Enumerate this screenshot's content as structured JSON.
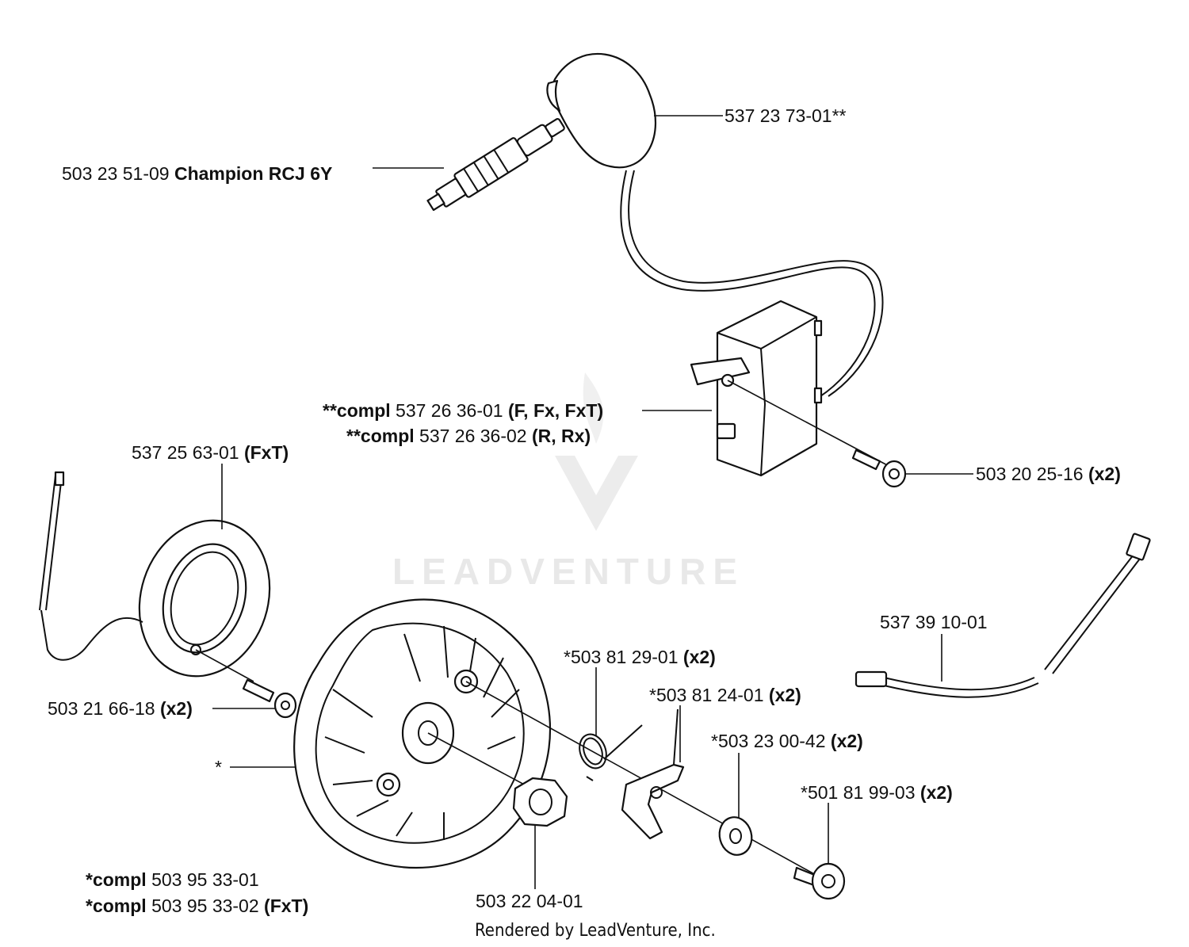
{
  "watermark": {
    "text": "LEADVENTURE"
  },
  "footer": {
    "text": "Rendered by LeadVenture, Inc."
  },
  "labels": {
    "plug_cap": {
      "pn": "537 23 73-01**",
      "bold": ""
    },
    "spark_plug": {
      "pn": "503 23 51-09",
      "bold": "Champion RCJ 6Y"
    },
    "module1": {
      "pre": "**compl",
      "pn": "537 26 36-01",
      "bold": "(F, Fx, FxT)"
    },
    "module2": {
      "pre": "**compl",
      "pn": "537 26 36-02",
      "bold": "(R, Rx)"
    },
    "module_screw": {
      "pn": "503 20 25-16",
      "bold": "(x2)"
    },
    "coil": {
      "pn": "537 25 63-01",
      "bold": "(FxT)"
    },
    "coil_screw": {
      "pn": "503 21 66-18",
      "bold": "(x2)"
    },
    "wire": {
      "pn": "537 39 10-01",
      "bold": ""
    },
    "ring": {
      "pn": "*503 81 29-01",
      "bold": "(x2)"
    },
    "pawl": {
      "pn": "*503 81 24-01",
      "bold": "(x2)"
    },
    "washer": {
      "pn": "*503 23 00-42",
      "bold": "(x2)"
    },
    "pawl_screw": {
      "pn": "*501 81 99-03",
      "bold": "(x2)"
    },
    "flywheel_star": {
      "pn": "*"
    },
    "flywheel1": {
      "pre": "*compl",
      "pn": "503 95 33-01",
      "bold": ""
    },
    "flywheel2": {
      "pre": "*compl",
      "pn": "503 95 33-02",
      "bold": "(FxT)"
    },
    "nut": {
      "pn": "503 22 04-01",
      "bold": ""
    }
  },
  "icons": [
    "spark-plug-icon",
    "plug-cap-icon",
    "ignition-module-icon",
    "flywheel-icon",
    "coil-icon",
    "screw-icon",
    "nut-icon",
    "washer-icon",
    "pawl-icon",
    "spring-ring-icon",
    "wire-icon"
  ]
}
